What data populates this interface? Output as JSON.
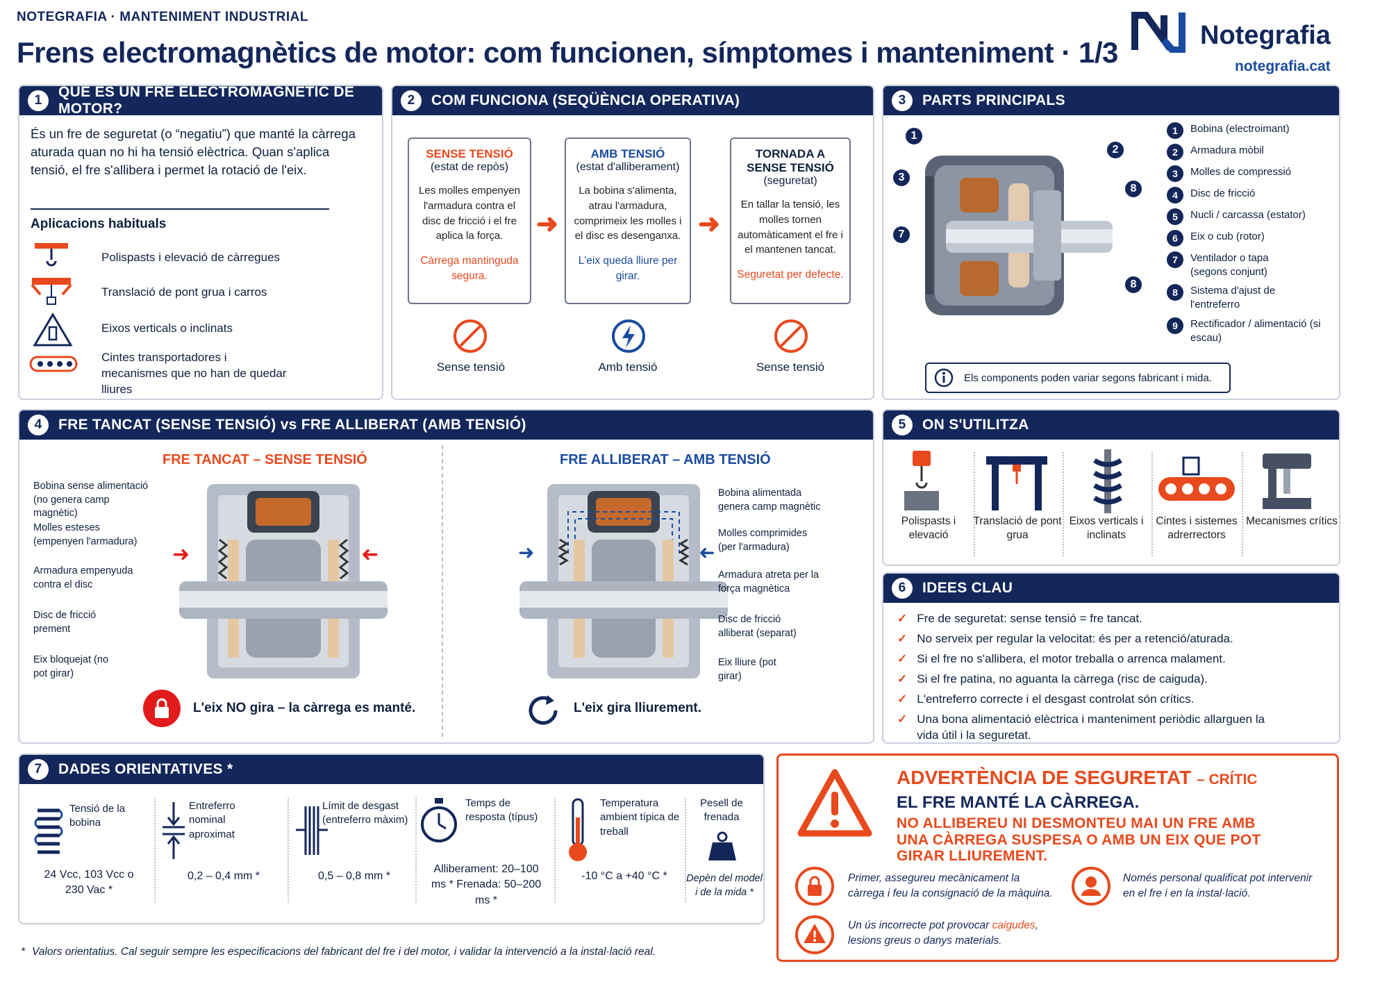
{
  "header": {
    "kicker": "NOTEGRAFIA · MANTENIMENT INDUSTRIAL",
    "title": "Frens electromagnètics de motor: com funcionen, símptomes i manteniment · 1/3",
    "brand": "Notegrafia",
    "site": "notegrafia.cat"
  },
  "s1": {
    "num": "1",
    "title": "QUÈ ÉS UN FRE ELECTROMAGNÈTIC DE MOTOR?",
    "intro": "És un fre de seguretat (o “negatiu”) que manté la càrrega aturada quan no hi ha tensió elèctrica. Quan s'aplica tensió, el fre s'allibera i permet la rotació de l'eix.",
    "apps_title": "Aplicacions habituals",
    "apps": [
      "Polispasts i elevació de càrregues",
      "Translació de pont grua i carros",
      "Eixos verticals o inclinats",
      "Cintes transportadores i mecanismes que no han de quedar lliures"
    ]
  },
  "s2": {
    "num": "2",
    "title": "COM FUNCIONA (SEQÜÈNCIA OPERATIVA)",
    "steps": [
      {
        "h": "SENSE TENSIÓ",
        "s": "(estat de repòs)",
        "b": "Les molles empenyen l'armadura contra el disc de fricció i el fre aplica la força.",
        "f": "Càrrega mantinguda segura.",
        "icon_label": "Sense tensió"
      },
      {
        "h": "AMB TENSIÓ",
        "s": "(estat d'alliberament)",
        "b": "La bobina s'alimenta, atrau l'armadura, comprimeix les molles i el disc es desenganxa.",
        "f": "L'eix queda lliure per girar.",
        "icon_label": "Amb tensió"
      },
      {
        "h": "TORNADA A SENSE TENSIÓ",
        "s": "(seguretat)",
        "b": "En tallar la tensió, les molles tornen automàticament el fre i el mantenen tancat.",
        "f": "Seguretat per defecte.",
        "icon_label": "Sense tensió"
      }
    ]
  },
  "s3": {
    "num": "3",
    "title": "PARTS PRINCIPALS",
    "parts": [
      {
        "n": "1",
        "t": "Bobina (electroimant)"
      },
      {
        "n": "2",
        "t": "Armadura mòbil"
      },
      {
        "n": "3",
        "t": "Molles de compressió"
      },
      {
        "n": "4",
        "t": "Disc de fricció"
      },
      {
        "n": "5",
        "t": "Nucli / carcassa (estator)"
      },
      {
        "n": "6",
        "t": "Eix o cub (rotor)"
      },
      {
        "n": "7",
        "t": "Ventilador o tapa (segons conjunt)"
      },
      {
        "n": "8",
        "t": "Sistema d'ajust de l'entreferro"
      },
      {
        "n": "9",
        "t": "Rectificador / alimentació (si escau)"
      }
    ],
    "callouts": [
      "1",
      "2",
      "3",
      "8",
      "7",
      "8"
    ],
    "note": "Els components poden variar segons fabricant i mida."
  },
  "s4": {
    "num": "4",
    "title": "FRE TANCAT (SENSE TENSIÓ) vs FRE ALLIBERAT (AMB TENSIÓ)",
    "left_title": "FRE TANCAT – SENSE TENSIÓ",
    "left_labels": [
      "Bobina sense alimentació (no genera camp magnètic)",
      "Molles esteses (empenyen l'armadura)",
      "Armadura empenyuda contra el disc",
      "Disc de fricció prement",
      "Eix bloquejat (no pot girar)"
    ],
    "left_result": "L'eix NO gira – la càrrega es manté.",
    "right_title": "FRE ALLIBERAT – AMB TENSIÓ",
    "right_labels": [
      "Bobina alimentada genera camp magnètic",
      "Molles comprimides (per l'armadura)",
      "Armadura atreta per la força magnètica",
      "Disc de fricció alliberat (separat)",
      "Eix lliure (pot girar)"
    ],
    "right_result": "L'eix gira lliurement."
  },
  "s5": {
    "num": "5",
    "title": "ON S'UTILITZA",
    "uses": [
      "Polispasts i elevació",
      "Translació de pont grua",
      "Eixos verticals i inclinats",
      "Cintes i sistemes adrerrectors",
      "Mecanismes crítics"
    ]
  },
  "s6": {
    "num": "6",
    "title": "IDEES CLAU",
    "ideas": [
      "Fre de seguretat: sense tensió = fre tancat.",
      "No serveix per regular la velocitat: és per a retenció/aturada.",
      "Si el fre no s'allibera, el motor treballa o arrenca malament.",
      "Si el fre patina, no aguanta la càrrega (risc de caiguda).",
      "L'entreferro correcte i el desgast controlat són crítics.",
      "Una bona alimentació elèctrica i manteniment periòdic allarguen la vida útil i la seguretat."
    ]
  },
  "s7": {
    "num": "7",
    "title": "DADES ORIENTATIVES *",
    "items": [
      {
        "label": "Tensió de la bobina",
        "value": "24 Vcc, 103 Vcc o 230 Vac *"
      },
      {
        "label": "Entreferro nominal aproximat",
        "value": "0,2 – 0,4 mm *"
      },
      {
        "label": "Límit de desgast (entreferro màxim)",
        "value": "0,5 – 0,8 mm *"
      },
      {
        "label": "Temps de resposta (típus)",
        "value": "Alliberament: 20–100 ms * Frenada: 50–200 ms *"
      },
      {
        "label": "Temperatura ambient típica de treball",
        "value": "-10 °C a +40 °C *"
      },
      {
        "label": "Pesell de frenada",
        "value": "Depèn del model i de la mida *"
      }
    ],
    "footnote_mark": "*",
    "footnote": "Valors orientatius. Cal seguir sempre les especificacions del fabricant del fre i del motor, i validar la intervenció a la instal·lació real."
  },
  "warning": {
    "title": "ADVERTÈNCIA DE SEGURETAT",
    "title_tag": "– CRÍTIC",
    "line1": "EL FRE MANTÉ LA CÀRREGA.",
    "line2": "NO ALLIBEREU NI DESMONTEU MAI UN FRE AMB UNA CÀRREGA SUSPESA O AMB UN EIX QUE POT GIRAR LLIUREMENT.",
    "note1": "Primer, assegureu mecànicament la càrrega i feu la consignació de la màquina.",
    "note2": "Només personal qualificat pot intervenir en el fre i en la instal·lació.",
    "note3_pre": "Un ús incorrecte pot provocar ",
    "note3_hl": "caigudes",
    "note3_post": ", lesions greus o danys materials."
  },
  "colors": {
    "navy": "#13275a",
    "orange": "#e8491d",
    "blue": "#1a4ba0"
  }
}
